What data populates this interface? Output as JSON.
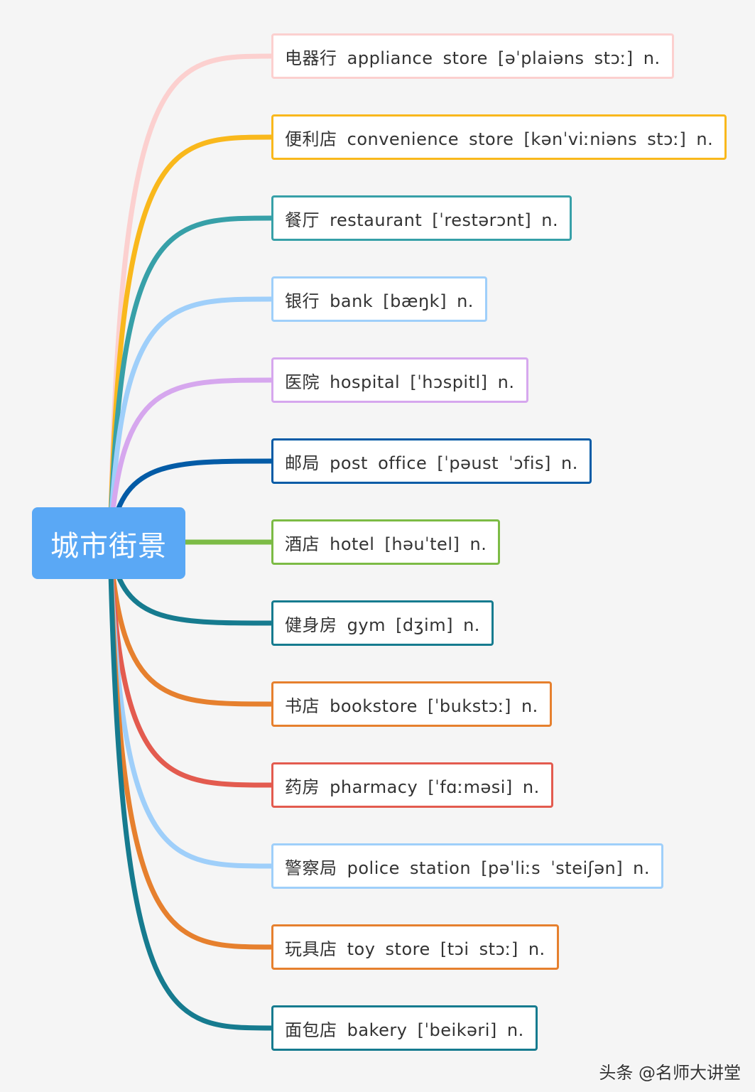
{
  "root": {
    "label": "城市街景",
    "color": "#5aa8f5"
  },
  "branches": [
    {
      "label": "电器行  appliance  store  [əˈplaiəns  stɔː]  n.",
      "color": "#fcd0cf"
    },
    {
      "label": "便利店  convenience  store  [kənˈviːniəns  stɔː]  n.",
      "color": "#f9b81c"
    },
    {
      "label": "餐厅  restaurant  [ˈrestərɔnt]  n.",
      "color": "#37a0a8"
    },
    {
      "label": "银行  bank  [bæŋk]  n.",
      "color": "#9fcffa"
    },
    {
      "label": "医院  hospital  [ˈhɔspitl]  n.",
      "color": "#d6a7ee"
    },
    {
      "label": "邮局  post  office  [ˈpəust  ˈɔfis]  n.",
      "color": "#035ba6"
    },
    {
      "label": "酒店  hotel  [həuˈtel]  n.",
      "color": "#7cbb45"
    },
    {
      "label": "健身房  gym  [dʒim]  n.",
      "color": "#167b8f"
    },
    {
      "label": "书店  bookstore  [ˈbukstɔː]  n.",
      "color": "#e6802e"
    },
    {
      "label": "药房  pharmacy  [ˈfɑːməsi]  n.",
      "color": "#e35b4f"
    },
    {
      "label": "警察局  police  station  [pəˈliːs  ˈsteiʃən]  n.",
      "color": "#9fcffa"
    },
    {
      "label": "玩具店  toy  store  [tɔi  stɔː]  n.",
      "color": "#e6802e"
    },
    {
      "label": "面包店  bakery  [ˈbeikəri]  n.",
      "color": "#167b8f"
    }
  ],
  "watermark": "头条 @名师大讲堂"
}
